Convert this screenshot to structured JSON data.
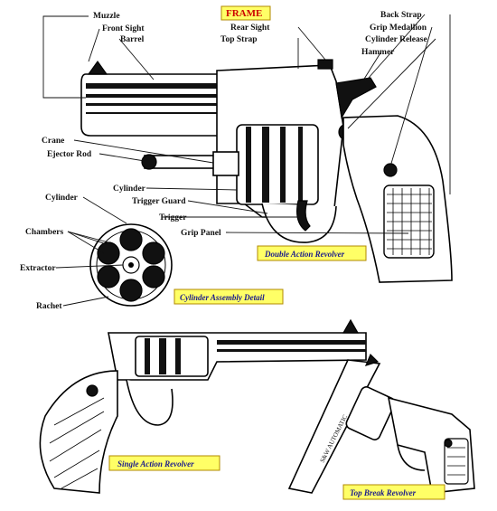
{
  "labels": {
    "frame": "FRAME",
    "muzzle": "Muzzle",
    "front_sight": "Front Sight",
    "barrel": "Barrel",
    "rear_sight": "Rear Sight",
    "top_strap": "Top Strap",
    "back_strap": "Back Strap",
    "grip_medallion": "Grip Medallion",
    "cylinder_release": "Cylinder Release",
    "hammer": "Hammer",
    "crane": "Crane",
    "ejector_rod": "Ejector Rod",
    "cylinder_main": "Cylinder",
    "trigger_guard": "Trigger Guard",
    "trigger": "Trigger",
    "grip_panel": "Grip Panel",
    "cylinder_detail": "Cylinder",
    "chambers": "Chambers",
    "extractor": "Extractor",
    "rachet": "Rachet"
  },
  "captions": {
    "double_action": "Double Action Revolver",
    "cylinder_assembly": "Cylinder Assembly Detail",
    "single_action": "Single Action Revolver",
    "top_break": "Top Break Revolver"
  },
  "engravings": {
    "top_break_barrel": "S&W AUTOMATIC"
  },
  "colors": {
    "frame_box_bg": "#ffff66",
    "frame_text": "#cc0000",
    "caption_box_bg": "#ffff66",
    "caption_text": "#1a1a8c"
  }
}
